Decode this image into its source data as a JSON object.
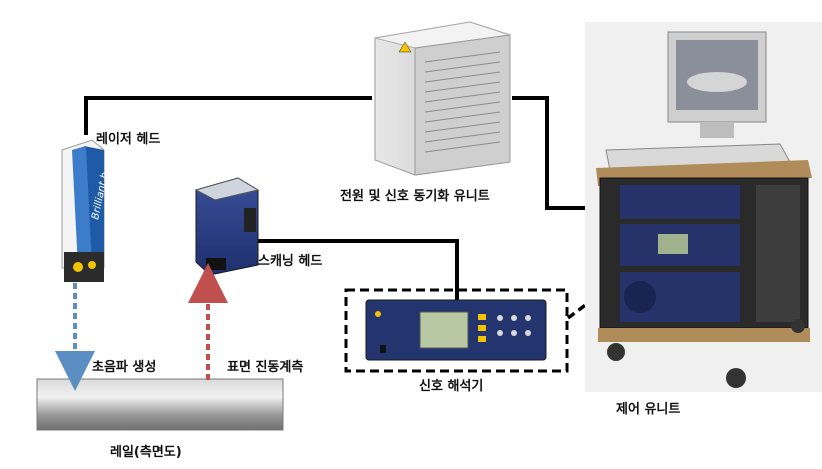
{
  "labels": {
    "laser_head": "레이저 헤드",
    "power_sync_unit": "전원 및 신호 동기화 유니트",
    "scanning_head": "스캐닝 헤드",
    "ultrasound": "초음파 생성",
    "surface_vibration": "표면 진동계측",
    "signal_analyzer": "신호 해석기",
    "control_unit": "제어 유니트",
    "rail": "레일(측면도)"
  },
  "device_marks": {
    "laser_brand": "Brilliant b"
  },
  "colors": {
    "connection_line": "#000000",
    "ultrasound_arrow": "#5b8fc4",
    "vibration_arrow": "#c0504d",
    "rail_dark": "#6f6f6f",
    "rail_light": "#d9d9d9"
  }
}
